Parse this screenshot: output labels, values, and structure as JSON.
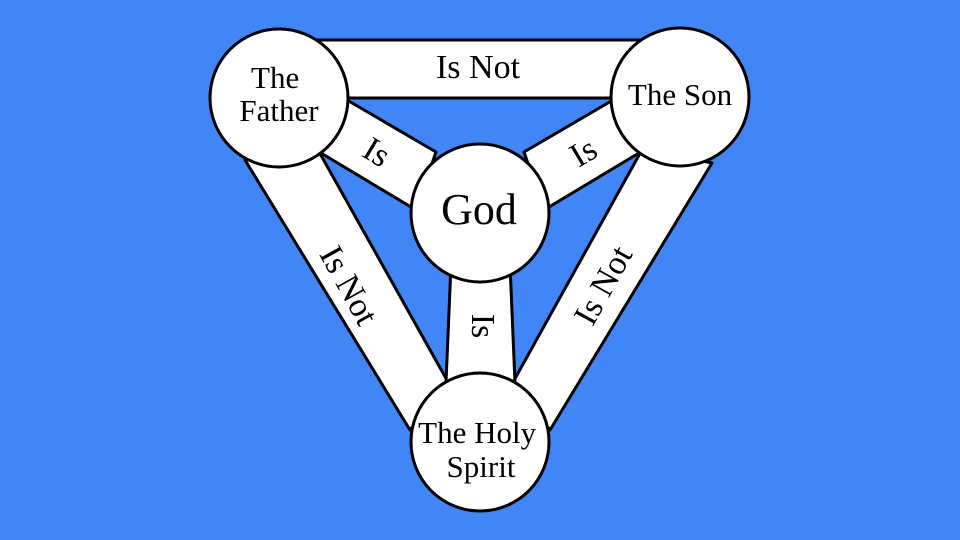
{
  "background_color": "#4285f4",
  "nodes": {
    "father": {
      "lines": [
        "The",
        "Father"
      ]
    },
    "son": {
      "lines": [
        "The Son"
      ]
    },
    "spirit": {
      "lines": [
        "The Holy",
        "Spirit"
      ]
    },
    "god": {
      "lines": [
        "God"
      ]
    }
  },
  "relations": {
    "father_son": "Is Not",
    "father_spirit": "Is Not",
    "son_spirit": "Is Not",
    "father_god": "Is",
    "son_god": "Is",
    "spirit_god": "Is"
  }
}
